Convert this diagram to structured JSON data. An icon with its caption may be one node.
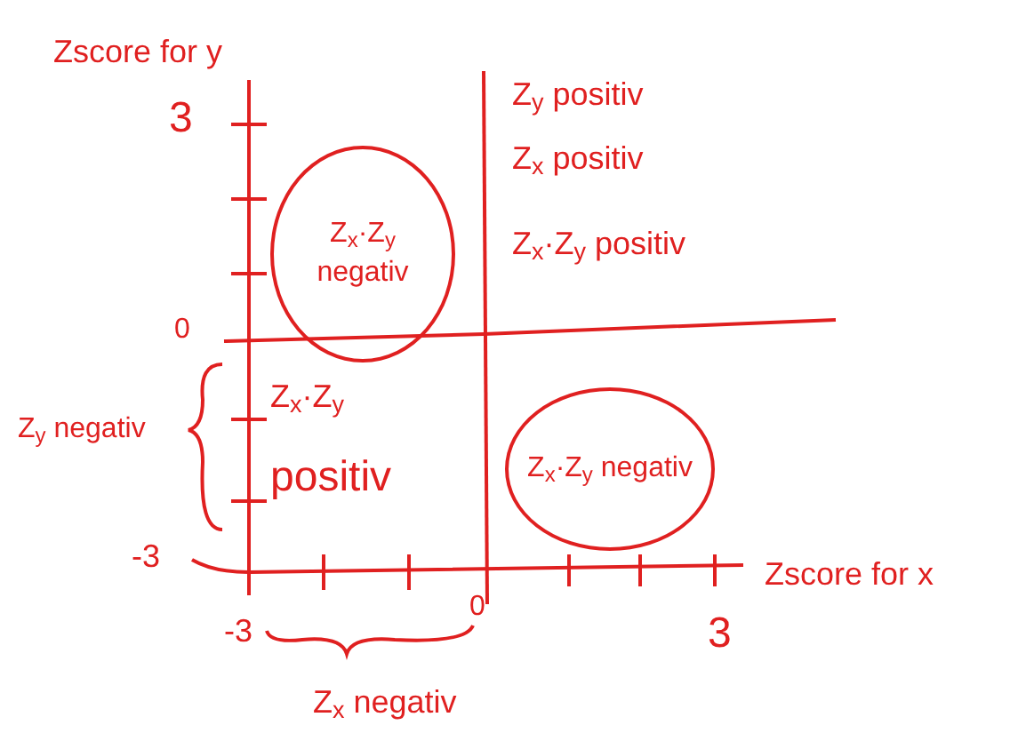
{
  "diagram": {
    "nodes": [
      {
        "text": [
          "Z$_{x}$·Z$_{y}$ negativ"
        ]
      },
      {
        "text": [
          "Z$_{x}$·Z$_{y}$ negativ"
        ]
      }
    ],
    "labels": [
      "Zscore for y",
      "3",
      "Z$_{y}$ positiv",
      "Z$_{x}$ positiv",
      "Z$_{x}$·Z$_{y}$ positiv",
      "0",
      "Z$_{x}$·Z$_{y}$",
      "Z$_{y}$ negativ",
      "positiv",
      "-3",
      "-3",
      "0",
      "3",
      "Zscore for x",
      "Z$_{x}$ negativ"
    ]
  }
}
